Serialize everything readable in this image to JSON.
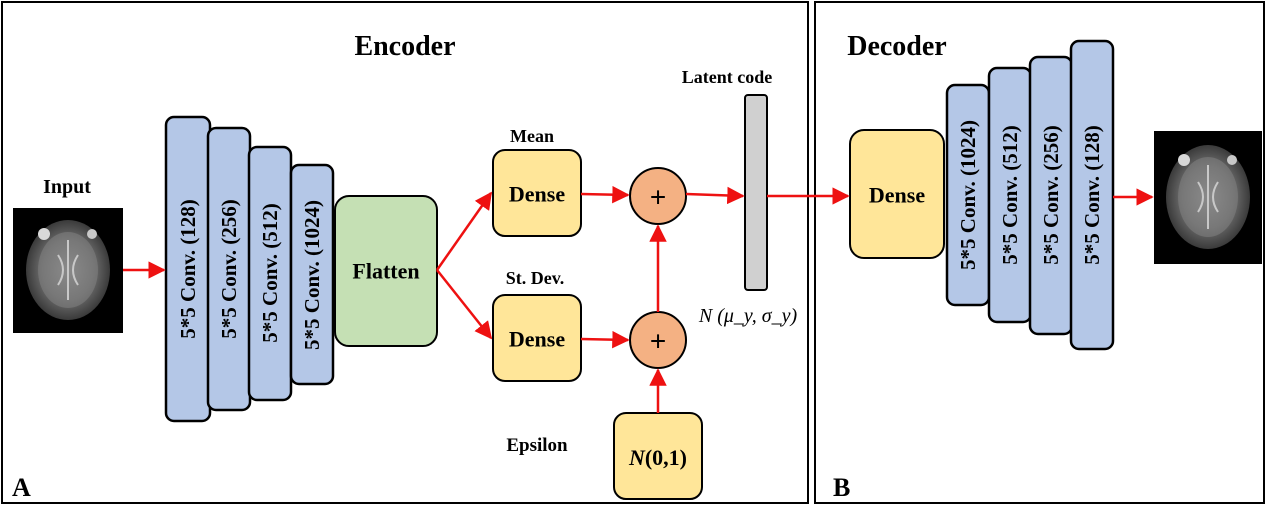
{
  "encoder": {
    "title": "Encoder",
    "panel_letter": "A",
    "input_label": "Input",
    "conv_layers": [
      "5*5 Conv. (128)",
      "5*5 Conv. (256)",
      "5*5 Conv. (512)",
      "5*5 Conv. (1024)"
    ],
    "flatten_label": "Flatten",
    "mean_label": "Mean",
    "std_label": "St. Dev.",
    "dense_label": "Dense",
    "plus_symbol": "+",
    "epsilon_label": "Epsilon",
    "noise_n": "N",
    "noise_params": "(0,1)",
    "latent_label": "Latent code",
    "distribution_label": "N (μ_y, σ_y)"
  },
  "decoder": {
    "title": "Decoder",
    "panel_letter": "B",
    "dense_label": "Dense",
    "conv_layers": [
      "5*5 Conv. (1024)",
      "5*5 Conv. (512)",
      "5*5 Conv. (256)",
      "5*5 Conv. (128)"
    ]
  },
  "colors": {
    "conv_fill": "#b4c7e7",
    "conv_stroke": "#000000",
    "dense_fill": "#ffe699",
    "flatten_fill": "#c5e0b4",
    "plus_fill": "#f4b183",
    "latent_fill": "#d0d0d0",
    "arrow": "#ee1111",
    "brain_bg": "#000000"
  },
  "icons": {
    "input_image": "brain-mri-icon",
    "output_image": "brain-mri-icon"
  }
}
